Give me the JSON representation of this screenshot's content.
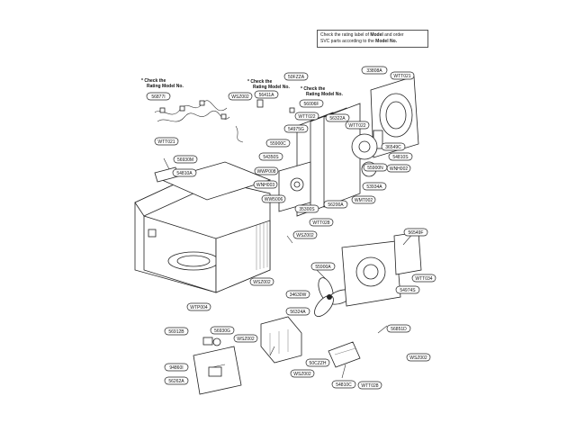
{
  "note": {
    "line1_pre": "Check the rating label of ",
    "line1_bold": "Model",
    "line1_post": " and order",
    "line2_pre": "SVC parts according to the ",
    "line2_bold": "Model No."
  },
  "check_labels": [
    {
      "line1": "* Check the",
      "line2": "Rating Model No."
    },
    {
      "line1": "* Check the",
      "line2": "Rating Model No."
    },
    {
      "line1": "* Check the",
      "line2": "Rating Model No."
    }
  ],
  "parts": [
    "33808A",
    "WTT021",
    "50FZZA",
    "56006F",
    "WSZ002",
    "56411A",
    "56877I",
    "WTT021",
    "56930M",
    "54810A",
    "WTT022",
    "56322A",
    "WTT022",
    "54975G",
    "55900C",
    "54350S",
    "WWP008",
    "WNH003",
    "WW5006",
    "35300S",
    "56200A",
    "36549C",
    "54810S",
    "55900N",
    "WNH002",
    "53934A",
    "WMT002",
    "WTT028",
    "WSZ002",
    "56549F",
    "55900A",
    "WTT034",
    "54974S",
    "WSZ002",
    "34630W",
    "56324A",
    "WTP004",
    "56912B",
    "56930G",
    "WSZ002",
    "56851D",
    "94860I",
    "56262A",
    "50CZZH",
    "WSZ002",
    "WSZ002",
    "54810C",
    "WTT028"
  ]
}
